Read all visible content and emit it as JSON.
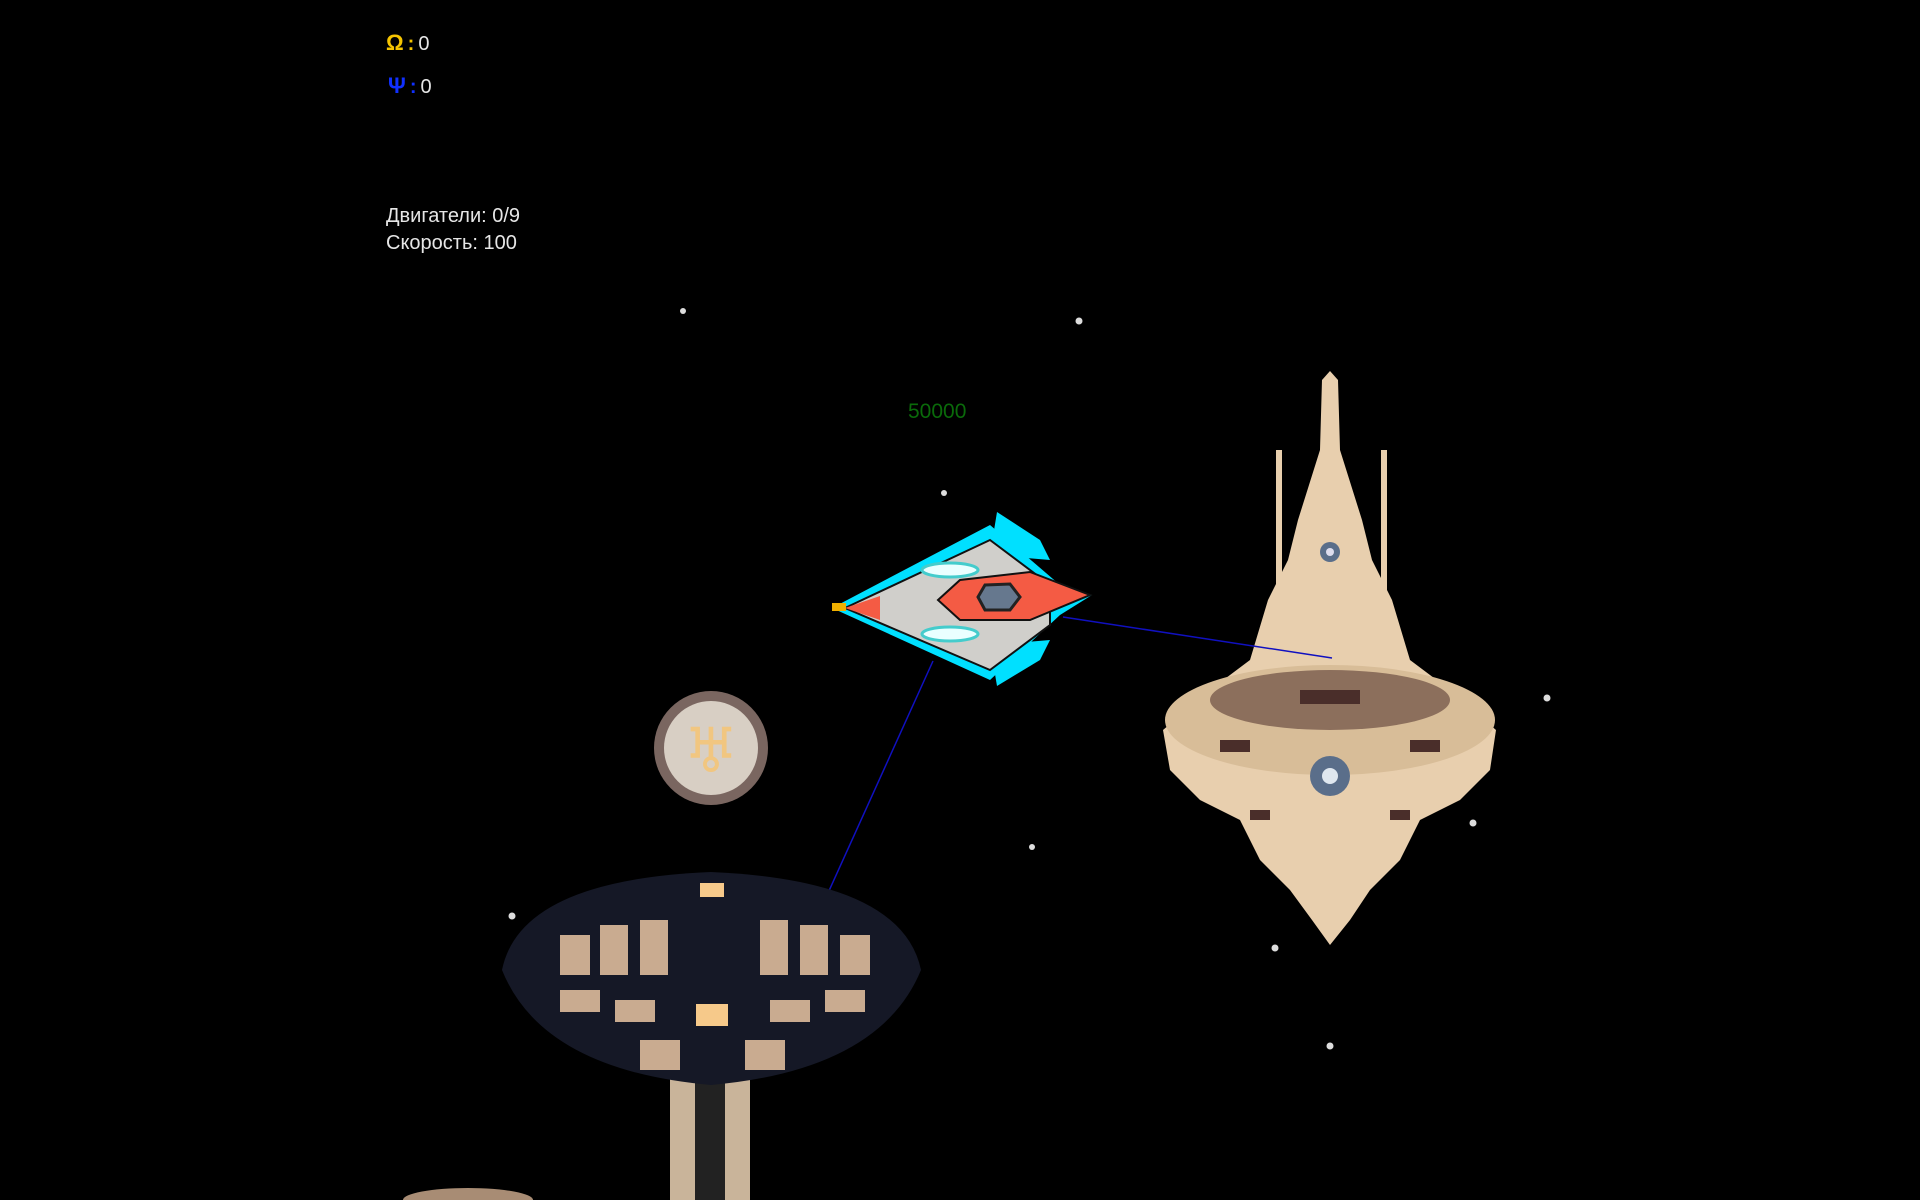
{
  "resources": [
    {
      "icon": "omega-icon",
      "symbol": "Ω",
      "value": "0",
      "color": "#f5c400"
    },
    {
      "icon": "psi-icon",
      "symbol": "Ψ",
      "value": "0",
      "color": "#1030ff"
    }
  ],
  "status": {
    "engines": "Двигатели: 0/9",
    "speed": "Скорость: 100"
  },
  "target_distance": "50000",
  "colors": {
    "link_line": "#1010c0",
    "distance": "#0a6a0a"
  }
}
